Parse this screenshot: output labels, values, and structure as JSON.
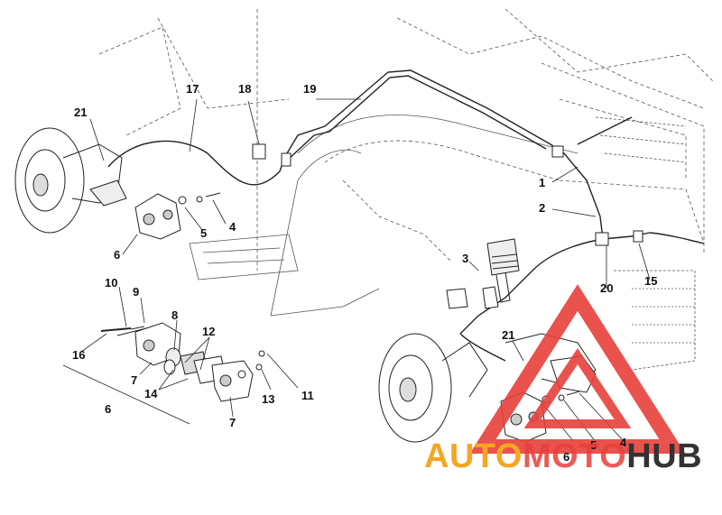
{
  "labels": {
    "l1": "1",
    "l2": "2",
    "l3": "3",
    "l4a": "4",
    "l4b": "4",
    "l5a": "5",
    "l5b": "5",
    "l6a": "6",
    "l6b": "6",
    "l6c": "6",
    "l7a": "7",
    "l7b": "7",
    "l8": "8",
    "l9": "9",
    "l10": "10",
    "l11": "11",
    "l12": "12",
    "l13": "13",
    "l14": "14",
    "l15": "15",
    "l16": "16",
    "l17": "17",
    "l18": "18",
    "l19": "19",
    "l20": "20",
    "l21a": "21",
    "l21b": "21"
  },
  "watermark": {
    "part1": "AUTO",
    "part2": "MOTO",
    "part3": "HUB",
    "colors": {
      "auto": "#f5a623",
      "moto": "#e8403a",
      "hub": "#333333",
      "triangle": "#e8403a"
    }
  }
}
